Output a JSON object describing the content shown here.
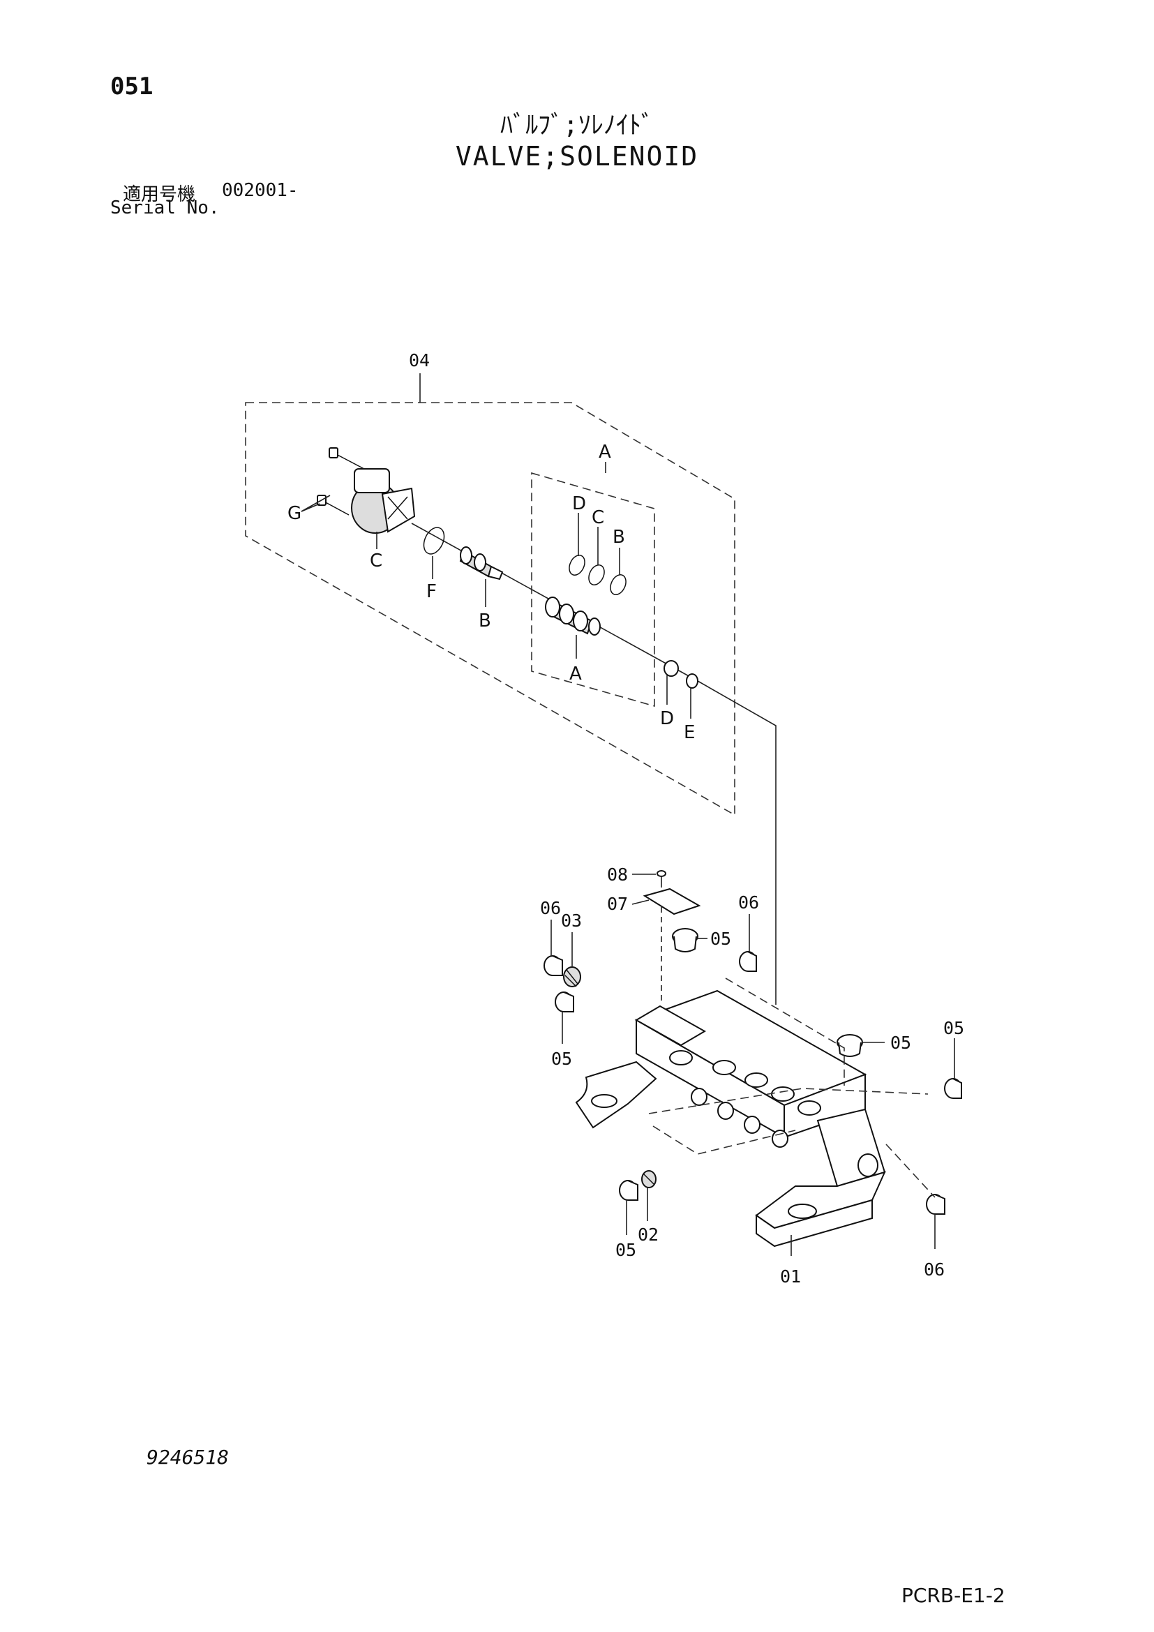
{
  "header": {
    "page_number": "051",
    "title_jp": "ﾊﾞﾙﾌﾞ;ｿﾚﾉｲﾄﾞ",
    "title_en": "VALVE;SOLENOID",
    "serial_label_jp": "適用号機",
    "serial_value": "002001-",
    "serial_label_en": "Serial No."
  },
  "callouts": {
    "assembly": "04",
    "A": "A",
    "B": "B",
    "C": "C",
    "D": "D",
    "E": "E",
    "F": "F",
    "G": "G",
    "p01": "01",
    "p02": "02",
    "p03": "03",
    "p05": "05",
    "p06": "06",
    "p07": "07",
    "p08": "08"
  },
  "footer": {
    "drawing_number": "9246518",
    "page_code": "PCRB-E1-2"
  }
}
